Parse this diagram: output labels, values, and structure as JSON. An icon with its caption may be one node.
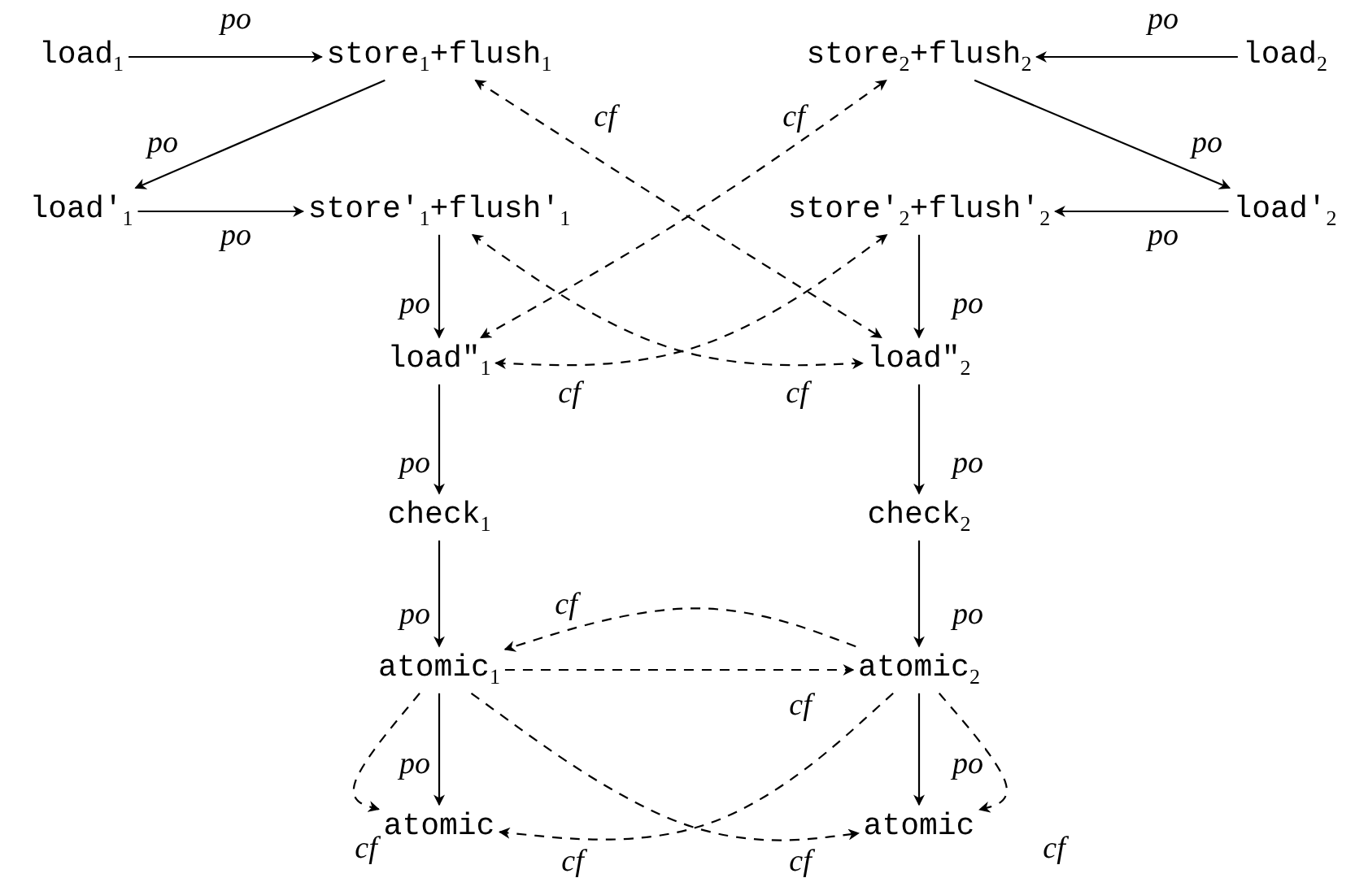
{
  "diagram": {
    "nodes": [
      {
        "text": [
          "load$_{1}$"
        ]
      },
      {
        "text": [
          "store$_{1}$+flush$_{1}$"
        ]
      },
      {
        "text": [
          "store$_{2}$+flush$_{2}$"
        ]
      },
      {
        "text": [
          "load$_{2}$"
        ]
      },
      {
        "text": [
          "load′$_{1}$"
        ]
      },
      {
        "text": [
          "store′$_{1}$+flush′$_{1}$"
        ]
      },
      {
        "text": [
          "store′$_{2}$+flush′$_{2}$"
        ]
      },
      {
        "text": [
          "load′$_{2}$"
        ]
      },
      {
        "text": [
          "load″$_{1}$"
        ]
      },
      {
        "text": [
          "load″$_{2}$"
        ]
      },
      {
        "text": [
          "check$_{1}$"
        ]
      },
      {
        "text": [
          "check$_{2}$"
        ]
      },
      {
        "text": [
          "atomic$_{1}$"
        ]
      },
      {
        "text": [
          "atomic$_{2}$"
        ]
      },
      {
        "text": [
          "atomic"
        ]
      },
      {
        "text": [
          "atomic"
        ]
      }
    ],
    "edges": [
      {
        "from": 0,
        "to": 1,
        "arrow": "to",
        "label": "po"
      },
      {
        "from": 1,
        "to": 4,
        "arrow": "to",
        "label": "po"
      },
      {
        "from": 3,
        "to": 2,
        "arrow": "to",
        "label": "po"
      },
      {
        "from": 2,
        "to": 7,
        "arrow": "to",
        "label": "po"
      },
      {
        "from": 4,
        "to": 5,
        "arrow": "to",
        "label": "po"
      },
      {
        "from": 7,
        "to": 6,
        "arrow": "to",
        "label": "po"
      },
      {
        "from": 5,
        "to": 8,
        "arrow": "to",
        "label": "po"
      },
      {
        "from": 6,
        "to": 9,
        "arrow": "to",
        "label": "po"
      },
      {
        "from": 8,
        "to": 10,
        "arrow": "to",
        "label": "po"
      },
      {
        "from": 9,
        "to": 11,
        "arrow": "to",
        "label": "po"
      },
      {
        "from": 10,
        "to": 12,
        "arrow": "to",
        "label": "po"
      },
      {
        "from": 11,
        "to": 13,
        "arrow": "to",
        "label": "po"
      },
      {
        "from": 12,
        "to": 14,
        "arrow": "to",
        "label": "po"
      },
      {
        "from": 13,
        "to": 15,
        "arrow": "to",
        "label": "po"
      },
      {
        "from": 8,
        "to": 2,
        "arrow": "both",
        "label": "cf",
        "style": "dashed"
      },
      {
        "from": 1,
        "to": 9,
        "arrow": "both",
        "label": "cf",
        "style": "dashed"
      },
      {
        "from": 5,
        "to": 9,
        "arrow": "both",
        "label": "cf",
        "style": "dashed"
      },
      {
        "from": 8,
        "to": 6,
        "arrow": "both",
        "label": "cf",
        "style": "dashed"
      },
      {
        "from": 13,
        "to": 12,
        "arrow": "to",
        "label": "cf",
        "style": "dashed"
      },
      {
        "from": 12,
        "to": 13,
        "arrow": "to",
        "label": "cf",
        "style": "dashed"
      },
      {
        "from": 12,
        "to": 14,
        "arrow": "to",
        "label": "cf",
        "style": "dashed"
      },
      {
        "from": 13,
        "to": 15,
        "arrow": "to",
        "label": "cf",
        "style": "dashed"
      },
      {
        "from": 12,
        "to": 15,
        "arrow": "to",
        "label": "cf",
        "style": "dashed"
      },
      {
        "from": 13,
        "to": 14,
        "arrow": "to",
        "label": "cf",
        "style": "dashed"
      }
    ]
  }
}
